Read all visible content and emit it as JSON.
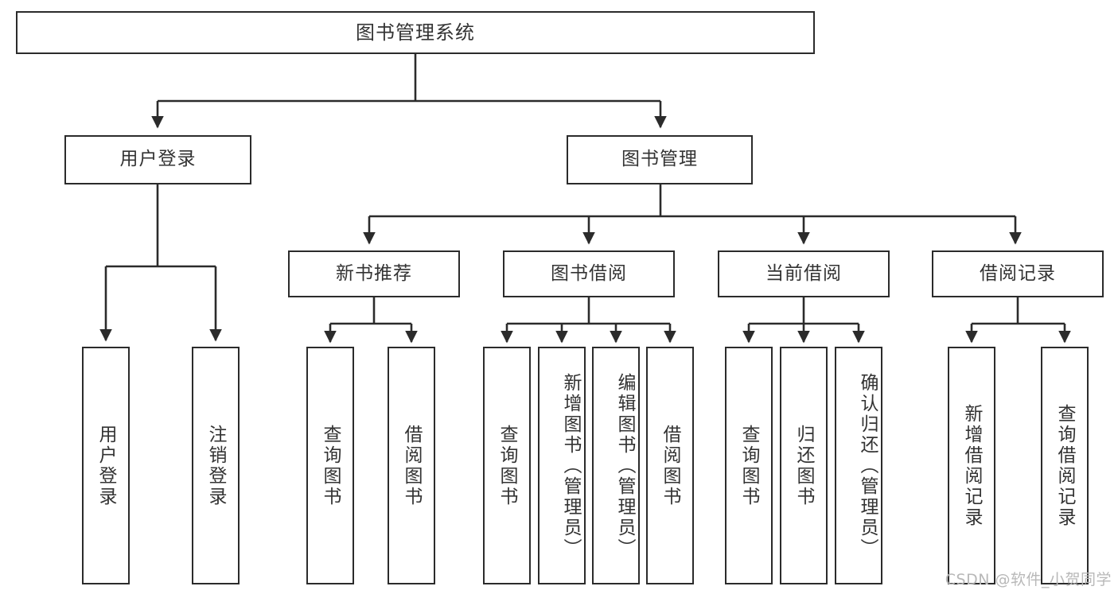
{
  "diagram": {
    "title": "图书管理系统",
    "type": "tree-hierarchy-diagram",
    "watermark": "CSDN @软件_小贺同学",
    "colors": {
      "stroke": "#2b2b2b",
      "text": "#333333",
      "background": "#ffffff",
      "watermark": "#b8b8b8"
    },
    "root": {
      "label": "图书管理系统"
    },
    "level2": [
      {
        "label": "用户登录"
      },
      {
        "label": "图书管理"
      }
    ],
    "level3": [
      {
        "label": "新书推荐"
      },
      {
        "label": "图书借阅"
      },
      {
        "label": "当前借阅"
      },
      {
        "label": "借阅记录"
      }
    ],
    "leaves": {
      "user_login": [
        {
          "label": "用户登录"
        },
        {
          "label": "注销登录"
        }
      ],
      "new_book_recommend": [
        {
          "label": "查询图书"
        },
        {
          "label": "借阅图书"
        }
      ],
      "book_borrow": [
        {
          "label": "查询图书"
        },
        {
          "label": "新增图书（管理员）"
        },
        {
          "label": "编辑图书（管理员）"
        },
        {
          "label": "借阅图书"
        }
      ],
      "current_borrow": [
        {
          "label": "查询图书"
        },
        {
          "label": "归还图书"
        },
        {
          "label": "确认归还（管理员）"
        }
      ],
      "borrow_records": [
        {
          "label": "新增借阅记录"
        },
        {
          "label": "查询借阅记录"
        }
      ]
    }
  }
}
